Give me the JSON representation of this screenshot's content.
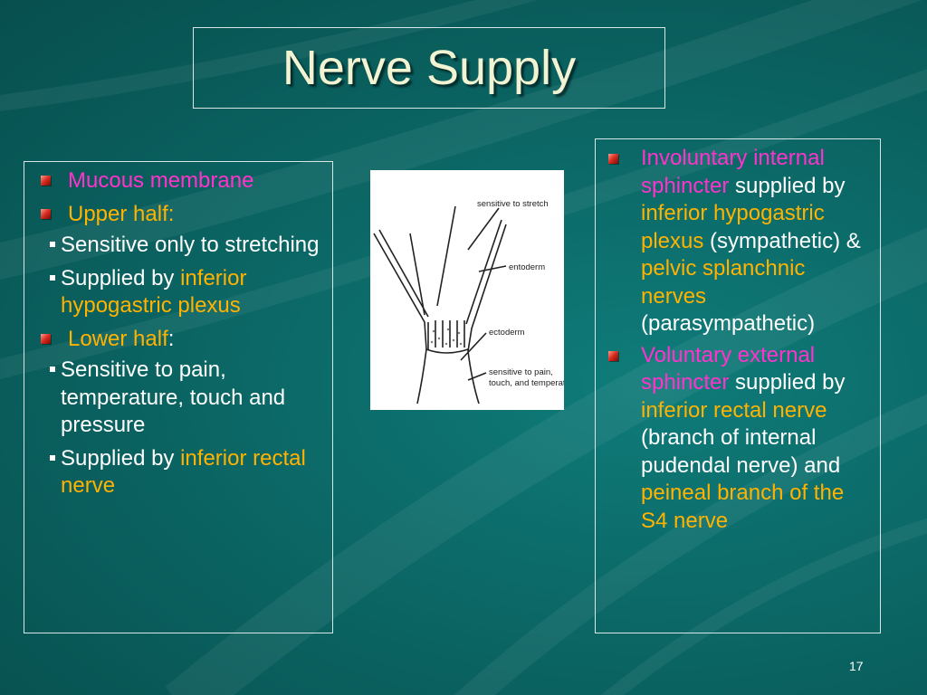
{
  "slide": {
    "title": "Nerve Supply",
    "page_number": "17"
  },
  "left_panel": {
    "item1": {
      "label": "Mucous membrane"
    },
    "item2": {
      "label": "Upper half:",
      "sub1": "Sensitive only to stretching",
      "sub2_prefix": "Supplied by ",
      "sub2_highlight": "inferior hypogastric plexus"
    },
    "item3": {
      "label": "Lower half",
      "label_suffix": ":",
      "sub1": "Sensitive to pain, temperature, touch and pressure",
      "sub2_prefix": "Supplied by ",
      "sub2_highlight": "inferior rectal nerve"
    }
  },
  "diagram": {
    "labels": {
      "stretch": "sensitive to stretch",
      "entoderm": "entoderm",
      "ectoderm": "ectoderm",
      "pain1": "sensitive to pain,",
      "pain2": "touch, and temperature"
    }
  },
  "right_panel": {
    "item1": {
      "part1": "Involuntary internal sphincter",
      "part2": " supplied by ",
      "part3": "inferior hypogastric plexus",
      "part4": " (sympathetic) & ",
      "part5": "pelvic splanchnic nerves",
      "part6": " (parasympathetic)"
    },
    "item2": {
      "part1": "Voluntary external sphincter",
      "part2": " supplied by ",
      "part3": "inferior rectal nerve",
      "part4": " (branch of internal pudendal nerve) and ",
      "part5": "peineal branch of the S4 nerve"
    }
  },
  "colors": {
    "background": "#0b6765",
    "title_text": "#f1f3d2",
    "highlight_pink": "#ff33cc",
    "highlight_gold": "#ffb300"
  }
}
